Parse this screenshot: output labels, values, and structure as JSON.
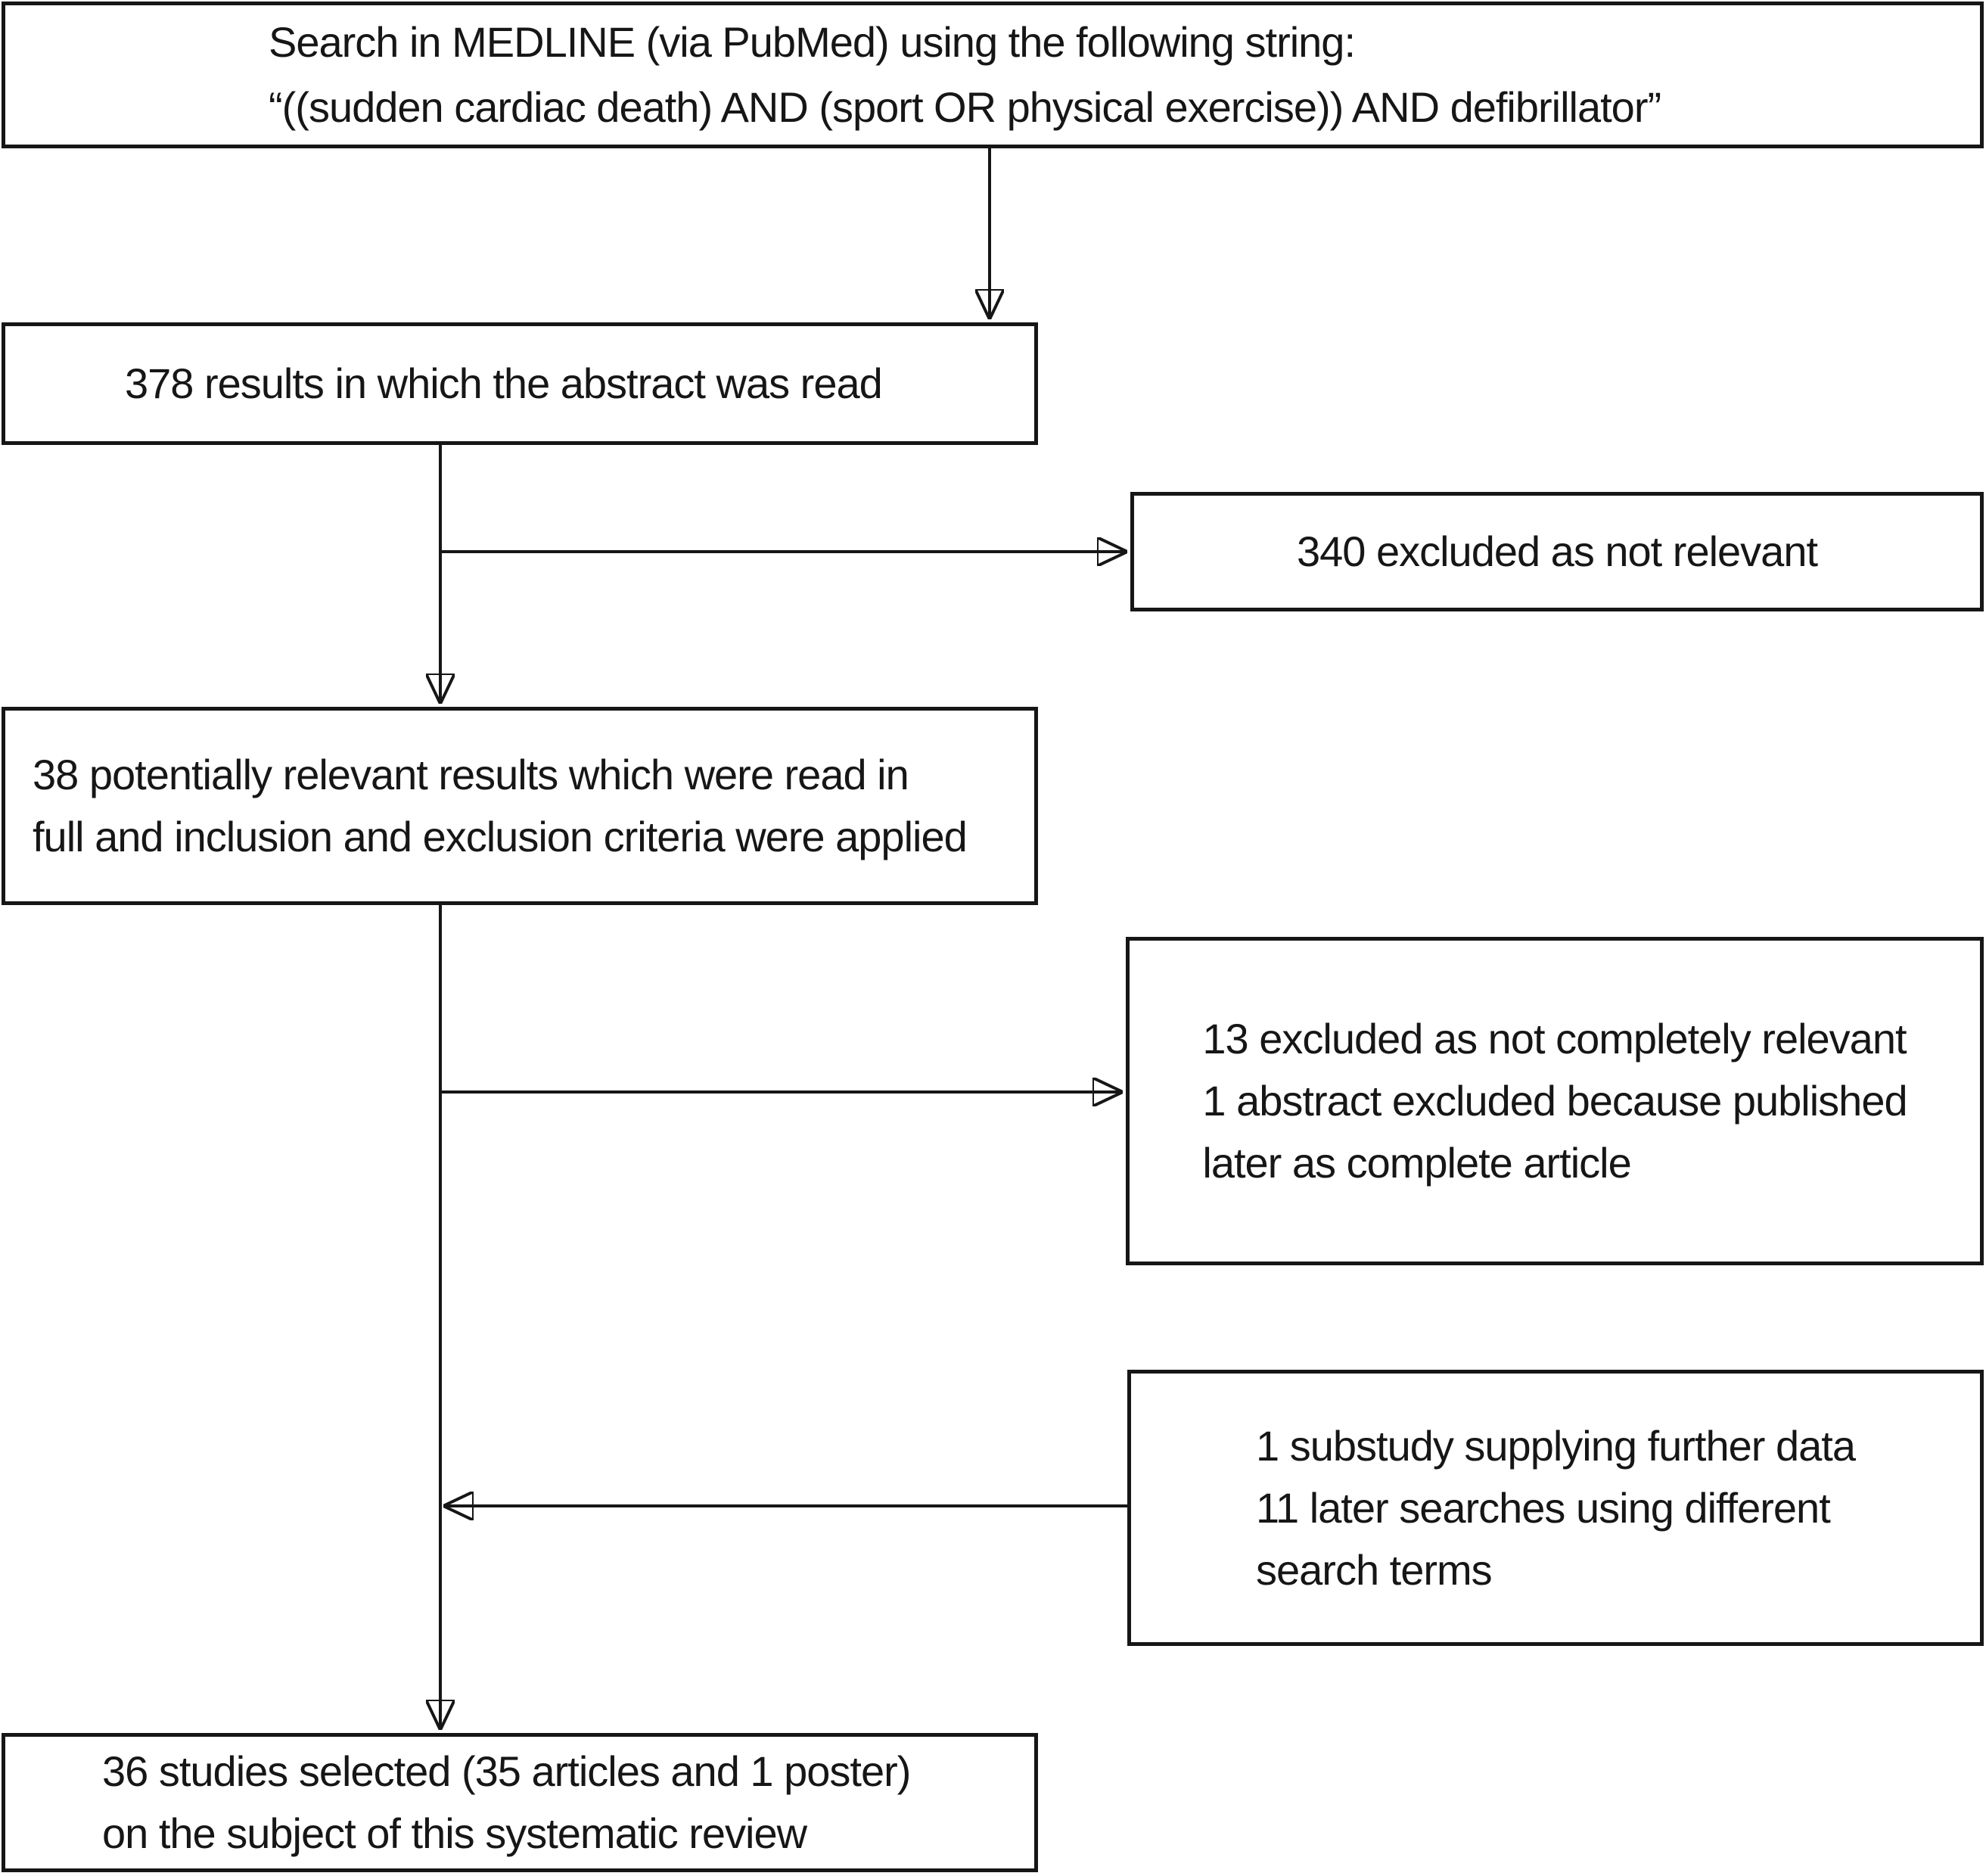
{
  "colors": {
    "line": "#161616",
    "text": "#161616",
    "box_background": "#ffffff",
    "page_background": "#ffffff"
  },
  "boxes": {
    "search": {
      "lines": [
        "Search in MEDLINE (via PubMed) using the following string:",
        "“((sudden cardiac death) AND (sport OR physical exercise)) AND defibrillator”"
      ]
    },
    "abstract_read": {
      "lines": [
        "378 results in which the abstract was read"
      ]
    },
    "excluded_not_relevant": {
      "lines": [
        "340 excluded as not relevant"
      ]
    },
    "read_in_full": {
      "lines": [
        "38 potentially relevant results which were read in",
        "full and inclusion and exclusion criteria were applied"
      ]
    },
    "excluded_after_full_read": {
      "lines": [
        "13 excluded as not completely relevant",
        "1 abstract excluded because published",
        "later as complete article"
      ]
    },
    "additional_sources": {
      "lines": [
        "1 substudy supplying further data",
        "11 later searches using different",
        "search terms"
      ]
    },
    "selected": {
      "lines": [
        "36 studies selected (35 articles and 1 poster)",
        "on the subject of this systematic review"
      ]
    }
  }
}
